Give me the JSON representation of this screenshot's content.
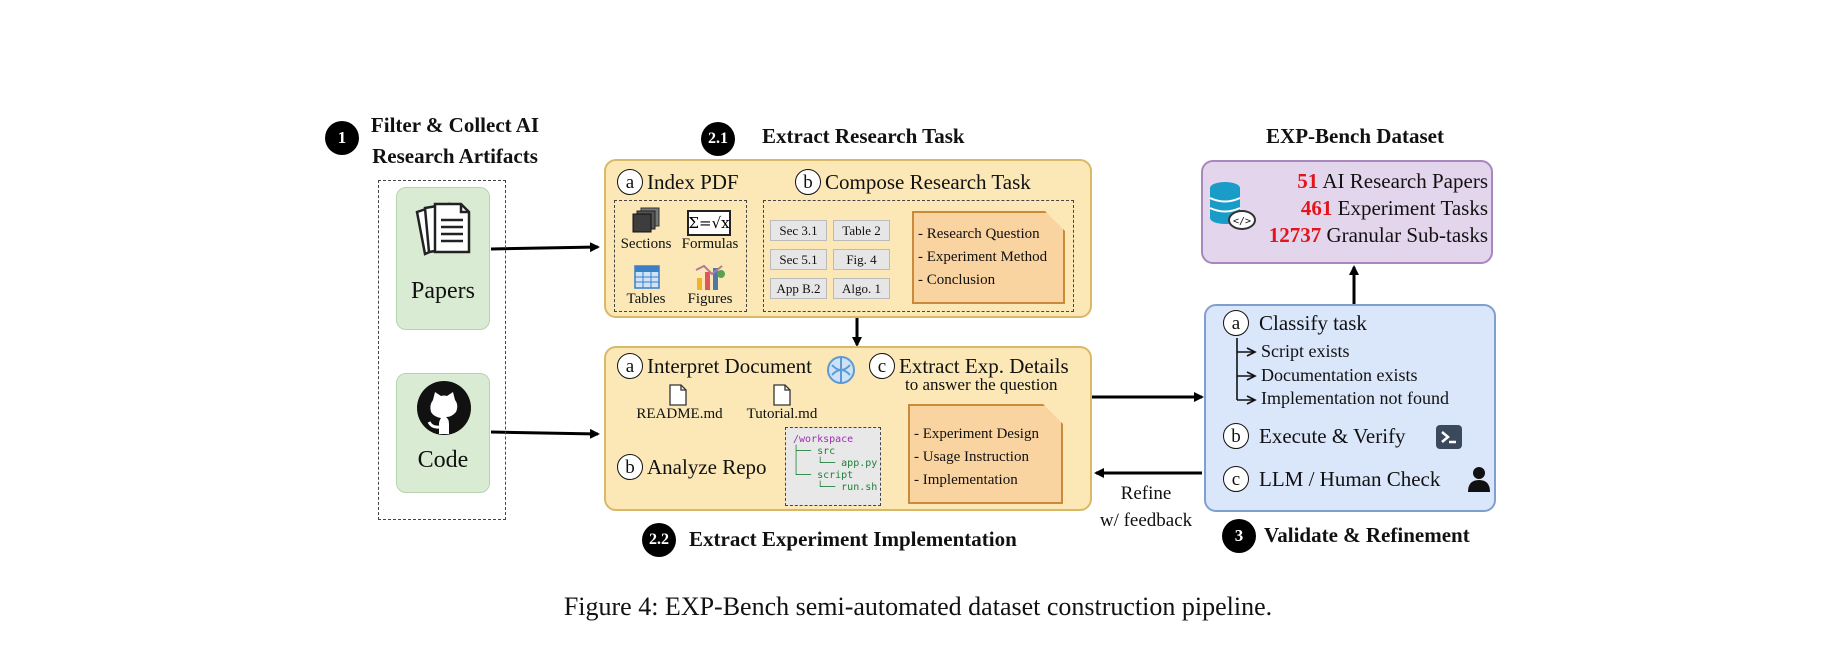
{
  "step1": {
    "badge": "1",
    "title_line1": "Filter & Collect AI",
    "title_line2": "Research Artifacts",
    "papers": "Papers",
    "code": "Code"
  },
  "step21": {
    "badge": "2.1",
    "title": "Extract Research Task",
    "index": {
      "letter": "a",
      "title": "Index PDF",
      "items": [
        "Sections",
        "Formulas",
        "Tables",
        "Figures"
      ]
    },
    "compose": {
      "letter": "b",
      "title": "Compose Research Task",
      "tags": [
        "Sec 3.1",
        "Table 2",
        "Sec 5.1",
        "Fig. 4",
        "App B.2",
        "Algo. 1"
      ],
      "notes": [
        "- Research Question",
        "- Experiment Method",
        "- Conclusion"
      ]
    }
  },
  "step22": {
    "badge": "2.2",
    "title": "Extract Experiment Implementation",
    "interpret": {
      "letter": "a",
      "title": "Interpret Document",
      "files": [
        "README.md",
        "Tutorial.md"
      ]
    },
    "analyze": {
      "letter": "b",
      "title": "Analyze Repo",
      "tree": [
        "/workspace",
        "├── src",
        "│   └── app.py",
        "└── script",
        "    └── run.sh"
      ]
    },
    "extract": {
      "letter": "c",
      "title": "Extract Exp. Details",
      "subtitle": "to answer the question",
      "notes": [
        "- Experiment Design",
        "- Usage Instruction",
        "- Implementation"
      ]
    }
  },
  "dataset": {
    "title": "EXP-Bench Dataset",
    "rows": [
      {
        "num": "51",
        "text": "AI Research Papers"
      },
      {
        "num": "461",
        "text": "Experiment Tasks"
      },
      {
        "num": "12737",
        "text": "Granular Sub-tasks"
      }
    ]
  },
  "step3": {
    "badge": "3",
    "title": "Validate & Refinement",
    "classify": {
      "letter": "a",
      "title": "Classify task",
      "items": [
        "Script exists",
        "Documentation exists",
        "Implementation not found"
      ]
    },
    "execute": {
      "letter": "b",
      "title": "Execute & Verify"
    },
    "check": {
      "letter": "c",
      "title": "LLM / Human Check"
    }
  },
  "refine": {
    "line1": "Refine",
    "line2": "w/ feedback"
  },
  "caption": "Figure 4: EXP-Bench semi-automated dataset construction pipeline.",
  "colors": {
    "green": "#d9ecd3",
    "yellow": "#fbe8b6",
    "orange": "#f9d4a0",
    "purple": "#e3d5ec",
    "blue": "#dae6fa",
    "red": "#e3151b"
  }
}
